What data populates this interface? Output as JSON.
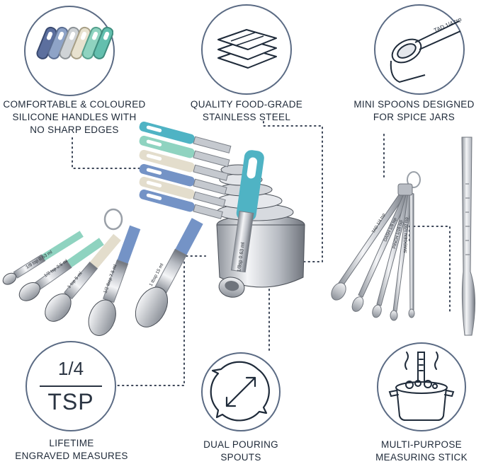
{
  "features": {
    "handles": {
      "line1": "COMFORTABLE & COLOURED",
      "line2": "SILICONE HANDLES WITH",
      "line3": "NO SHARP EDGES"
    },
    "steel": {
      "line1": "QUALITY FOOD-GRADE",
      "line2": "STAINLESS STEEL"
    },
    "mini": {
      "line1": "MINI SPOONS DESIGNED",
      "line2": "FOR SPICE JARS"
    },
    "engraved": {
      "line1": "LIFETIME",
      "line2": "ENGRAVED MEASURES",
      "numerator": "1/4",
      "denominator": "TSP"
    },
    "pouring": {
      "line1": "DUAL POURING",
      "line2": "SPOUTS"
    },
    "stick": {
      "line1": "MULTI-PURPOSE",
      "line2": "MEASURING STICK"
    }
  },
  "engravings": {
    "mini_spoon_icon": "TAD 1/4 tsp",
    "cup_small": "1/8sp 0.63 ml",
    "spoon_1": "1/8 tsp 0.63 ml",
    "spoon_2": "1/2 tsp 2.5 ml",
    "spoon_3": "1 tsp 5 ml",
    "spoon_4": "1/2 tbsp 7.5 ml",
    "spoon_5": "1 tbsp 15 ml",
    "mini_1": "TAD 1/4 tsp",
    "mini_2": "DASH 1/8 tsp",
    "mini_3": "PINCH 1/16 tsp",
    "mini_4": "SMIDGEN 1/32 tsp"
  },
  "colors": {
    "circle_border": "#5b6b84",
    "teal": "#4fb3c4",
    "mint": "#8fd3c0",
    "cream": "#e3ddcc",
    "blue": "#7493c6",
    "steel": "#c9ccd1"
  }
}
